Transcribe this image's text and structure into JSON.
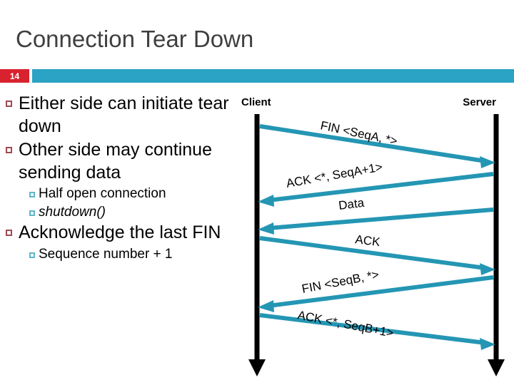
{
  "slide": {
    "title": "Connection Tear Down",
    "page_number": "14",
    "accent_color": "#2ba3c4",
    "badge_color": "#d8232f",
    "title_color": "#3f3f3f"
  },
  "bullets": [
    {
      "level": 1,
      "text": "Either side can initiate tear down",
      "italic": false
    },
    {
      "level": 1,
      "text": "Other side may continue sending data",
      "italic": false
    },
    {
      "level": 2,
      "text": "Half open connection",
      "italic": false
    },
    {
      "level": 2,
      "text": "shutdown()",
      "italic": true
    },
    {
      "level": 1,
      "text": "Acknowledge the last FIN",
      "italic": false
    },
    {
      "level": 2,
      "text": "Sequence number + 1",
      "italic": false
    }
  ],
  "diagram": {
    "type": "sequence",
    "line_color": "#2496b4",
    "lifeline_color": "#000000",
    "actors": [
      {
        "name": "client",
        "label": "Client"
      },
      {
        "name": "server",
        "label": "Server"
      }
    ],
    "messages": [
      {
        "label": "FIN <SeqA, *>",
        "from": "client",
        "to": "server",
        "rotation": 12
      },
      {
        "label": "ACK <*, SeqA+1>",
        "from": "server",
        "to": "client",
        "rotation": -10
      },
      {
        "label": "Data",
        "from": "server",
        "to": "client",
        "rotation": -7
      },
      {
        "label": "ACK",
        "from": "client",
        "to": "server",
        "rotation": 7
      },
      {
        "label": "FIN <SeqB, *>",
        "from": "server",
        "to": "client",
        "rotation": -11
      },
      {
        "label": "ACK <*, SeqB+1>",
        "from": "client",
        "to": "server",
        "rotation": 11
      }
    ]
  }
}
